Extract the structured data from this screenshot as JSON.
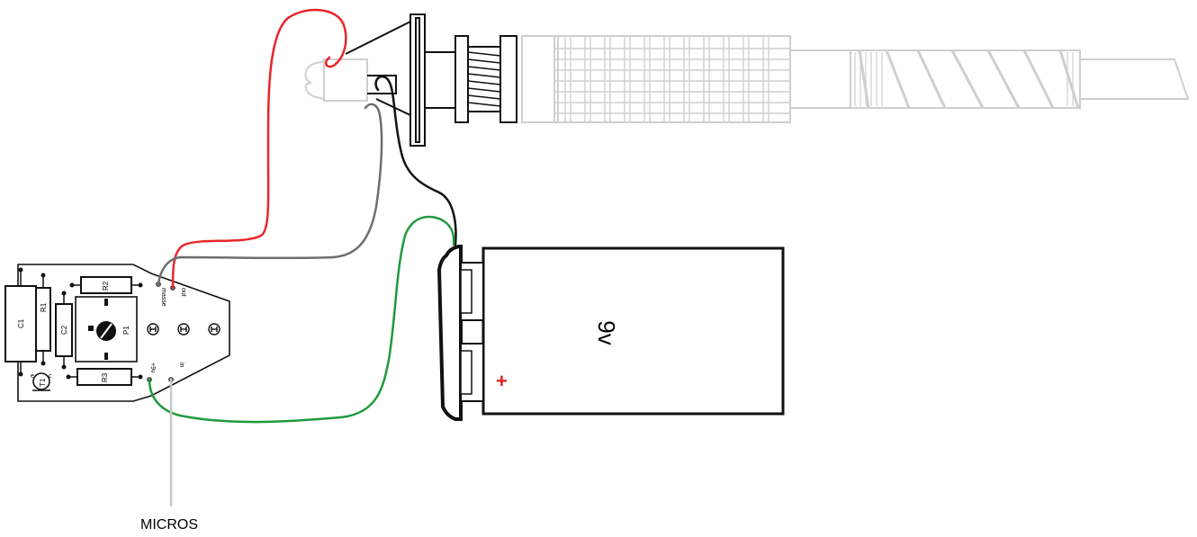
{
  "pcb": {
    "components": {
      "c1": "C1",
      "r1": "R1",
      "c2": "C2",
      "r2": "R2",
      "p1": "P1",
      "r3": "R3",
      "t1": "T1"
    },
    "pads": {
      "masse": "masse",
      "out": "out",
      "plus9v": "+9v",
      "in": "in"
    },
    "transistor_pins": {
      "e": "e",
      "c": "c"
    }
  },
  "battery": {
    "label": "9v",
    "plus_sign": "+"
  },
  "micros_label": "MICROS",
  "wire_colors": {
    "red": "#e8262a",
    "gray": "#6d6e70",
    "black": "#111111",
    "green": "#1f9a3c",
    "lead": "#c8c8c8"
  }
}
